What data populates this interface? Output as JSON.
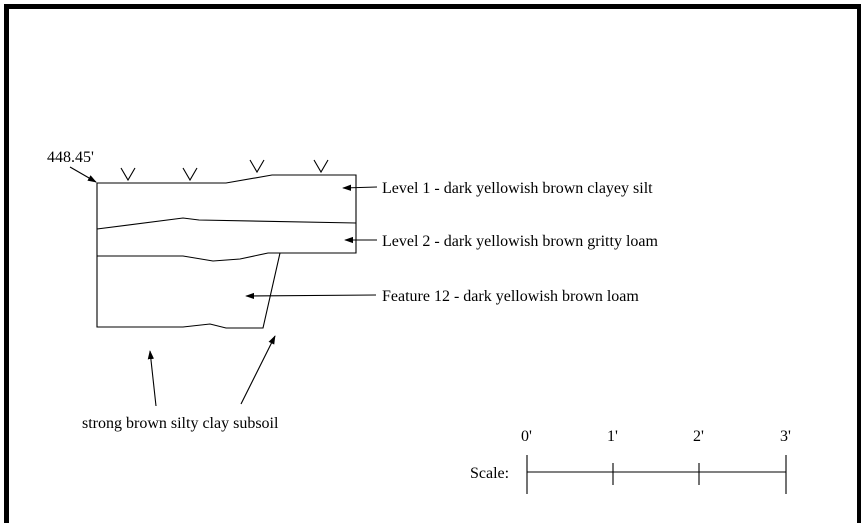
{
  "elevation": "448.45'",
  "labels": {
    "level1": "Level 1 - dark yellowish brown clayey silt",
    "level2": "Level 2 - dark yellowish brown gritty loam",
    "feature12": "Feature 12 - dark yellowish brown loam",
    "subsoil": "strong brown silty clay subsoil"
  },
  "scale": {
    "label": "Scale:",
    "ticks": [
      "0'",
      "1'",
      "2'",
      "3'"
    ]
  }
}
